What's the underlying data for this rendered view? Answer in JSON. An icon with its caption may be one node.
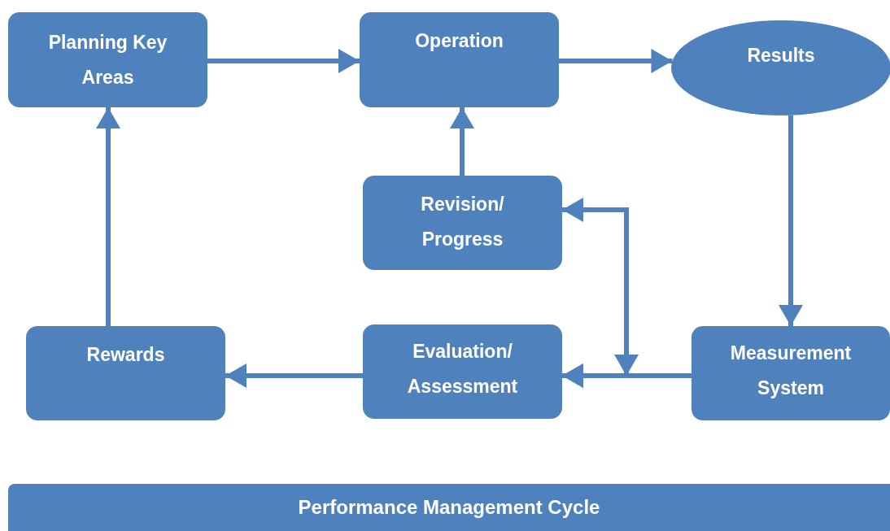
{
  "diagram": {
    "title": "Performance Management Cycle",
    "nodes": [
      {
        "text": [
          "Planning Key Areas"
        ]
      },
      {
        "text": [
          "Operation"
        ]
      },
      {
        "text": [
          "Results"
        ]
      },
      {
        "text": [
          "Revision/ Progress"
        ]
      },
      {
        "text": [
          "Rewards"
        ]
      },
      {
        "text": [
          "Evaluation/ Assessment"
        ]
      },
      {
        "text": [
          "Measurement System"
        ]
      }
    ],
    "edges": [
      {
        "from": 0,
        "to": 1,
        "arrow": "to"
      },
      {
        "from": 1,
        "to": 2,
        "arrow": "to"
      },
      {
        "from": 2,
        "to": 6,
        "arrow": "to"
      },
      {
        "from": 6,
        "to": 5,
        "arrow": "to"
      },
      {
        "from": 3,
        "to": 5,
        "arrow": "both"
      },
      {
        "from": 3,
        "to": 1,
        "arrow": "to"
      },
      {
        "from": 5,
        "to": 4,
        "arrow": "to"
      },
      {
        "from": 4,
        "to": 0,
        "arrow": "to"
      }
    ]
  }
}
